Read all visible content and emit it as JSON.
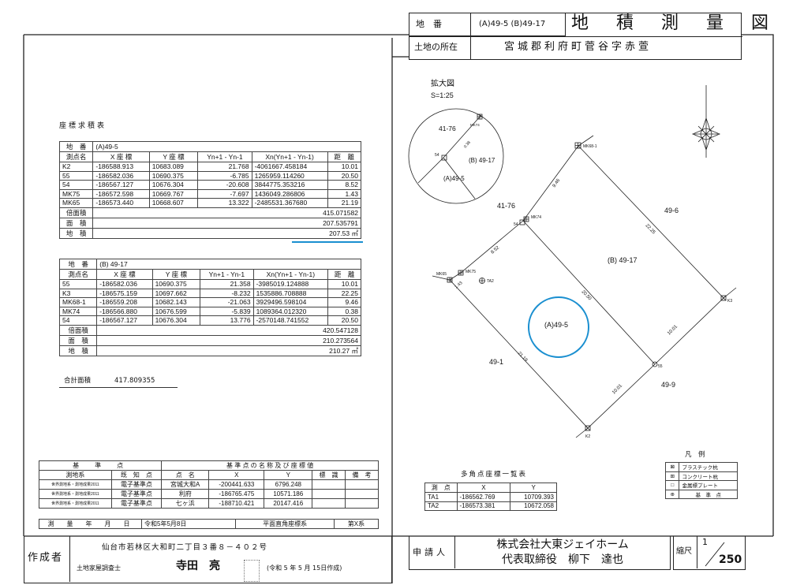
{
  "header": {
    "chiban_label": "地　番",
    "chiban_value": "(A)49-5 (B)49-17",
    "title": "地 積 測 量 図",
    "location_label": "土地の所在",
    "location_value": "宮城郡利府町菅谷字赤萱"
  },
  "area_table_title": "座標求積表",
  "table_a": {
    "lot_label": "地　番",
    "lot": "(A)49-5",
    "headers": [
      "測点名",
      "X 座 標",
      "Y 座 標",
      "Yn+1 - Yn-1",
      "Xn(Yn+1 - Yn-1)",
      "距　離"
    ],
    "rows": [
      [
        "K2",
        "-186588.913",
        "10683.089",
        "21.768",
        "-4061667.458184",
        "10.01"
      ],
      [
        "55",
        "-186582.036",
        "10690.375",
        "-6.785",
        "1265959.114260",
        "20.50"
      ],
      [
        "54",
        "-186567.127",
        "10676.304",
        "-20.608",
        "3844775.353216",
        "8.52"
      ],
      [
        "MK75",
        "-186572.598",
        "10669.767",
        "-7.697",
        "1436049.286806",
        "1.43"
      ],
      [
        "MK65",
        "-186573.440",
        "10668.607",
        "13.322",
        "-2485531.367680",
        "21.19"
      ]
    ],
    "double_area_label": "倍面積",
    "double_area": "415.071582",
    "area_label": "面　積",
    "area": "207.535791",
    "land_area_label": "地　積",
    "land_area": "207.53 ㎡"
  },
  "table_b": {
    "lot_label": "地　番",
    "lot": "(B) 49-17",
    "headers": [
      "測点名",
      "X 座 標",
      "Y 座 標",
      "Yn+1 - Yn-1",
      "Xn(Yn+1 - Yn-1)",
      "距　離"
    ],
    "rows": [
      [
        "55",
        "-186582.036",
        "10690.375",
        "21.358",
        "-3985019.124888",
        "10.01"
      ],
      [
        "K3",
        "-186575.159",
        "10697.662",
        "-8.232",
        "1535886.708888",
        "22.25"
      ],
      [
        "MK68-1",
        "-186559.208",
        "10682.143",
        "-21.063",
        "3929496.598104",
        "9.46"
      ],
      [
        "MK74",
        "-186566.880",
        "10676.599",
        "-5.839",
        "1089364.012320",
        "0.38"
      ],
      [
        "54",
        "-186567.127",
        "10676.304",
        "13.776",
        "-2570148.741552",
        "20.50"
      ]
    ],
    "double_area_label": "倍面積",
    "double_area": "420.547128",
    "area_label": "面　積",
    "area": "210.273564",
    "land_area_label": "地　積",
    "land_area": "210.27 ㎡"
  },
  "total": {
    "label": "合計面積",
    "value": "417.809355"
  },
  "benchmark": {
    "h1": "基　準　点",
    "h2": "基 準 点 の 名 称 及 び 座 標 値",
    "cols": [
      "測地系",
      "既　知　点",
      "点　名",
      "X",
      "Y",
      "標　識",
      "備　考"
    ],
    "rows": [
      [
        "世界測地系・測地成果2011",
        "電子基準点",
        "宮城大和A",
        "-200441.633",
        "6796.248",
        "",
        ""
      ],
      [
        "世界測地系・測地成果2011",
        "電子基準点",
        "利府",
        "-186765.475",
        "10571.186",
        "",
        ""
      ],
      [
        "世界測地系・測地成果2011",
        "電子基準点",
        "七ヶ浜",
        "-188710.421",
        "20147.416",
        "",
        ""
      ]
    ]
  },
  "survey": {
    "date_label": "測　量　年　月　日",
    "date": "令和5年5月8日",
    "system_label": "平面直角座標系",
    "system": "第X系"
  },
  "author": {
    "label": "作成者",
    "address": "仙台市若林区大和町二丁目３番８－４０２号",
    "title": "土地家屋調査士",
    "name": "寺田　亮",
    "created": "(令和 5 年 5 月 15日作成)"
  },
  "applicant": {
    "label": "申請人",
    "company": "株式会社大東ジェイホーム",
    "rep": "代表取締役　柳下　達也"
  },
  "scale": {
    "label": "縮尺",
    "num": "1",
    "den": "250"
  },
  "polygon_table": {
    "title": "多角点座標一覧表",
    "headers": [
      "測　点",
      "X",
      "Y"
    ],
    "rows": [
      [
        "TA1",
        "-186562.769",
        "10709.393"
      ],
      [
        "TA2",
        "-186573.381",
        "10672.058"
      ]
    ]
  },
  "legend": {
    "title": "凡　例",
    "items": [
      "プラスチック杭",
      "コンクリート杭",
      "金属標プレート",
      "基　準　点"
    ]
  },
  "map": {
    "inset_title": "拡大図",
    "inset_scale": "S=1:25",
    "inset_labels": [
      "41-76",
      "MK74",
      "0.38",
      "54",
      "(B) 49-17",
      "(A)49-5"
    ],
    "parcels": [
      "41-76",
      "49-6",
      "(B) 49-17",
      "(A)49-5",
      "49-1",
      "49-9"
    ],
    "points": [
      "MK68-1",
      "54",
      "MK74",
      "MK75",
      "MK65",
      "TA2",
      "K3",
      "55",
      "K2"
    ],
    "distances": [
      "9.46",
      "22.25",
      "8.52",
      "1.43",
      "20.50",
      "21.19",
      "10.01",
      "10.01"
    ],
    "highlight_color": "#1a8fd0"
  }
}
